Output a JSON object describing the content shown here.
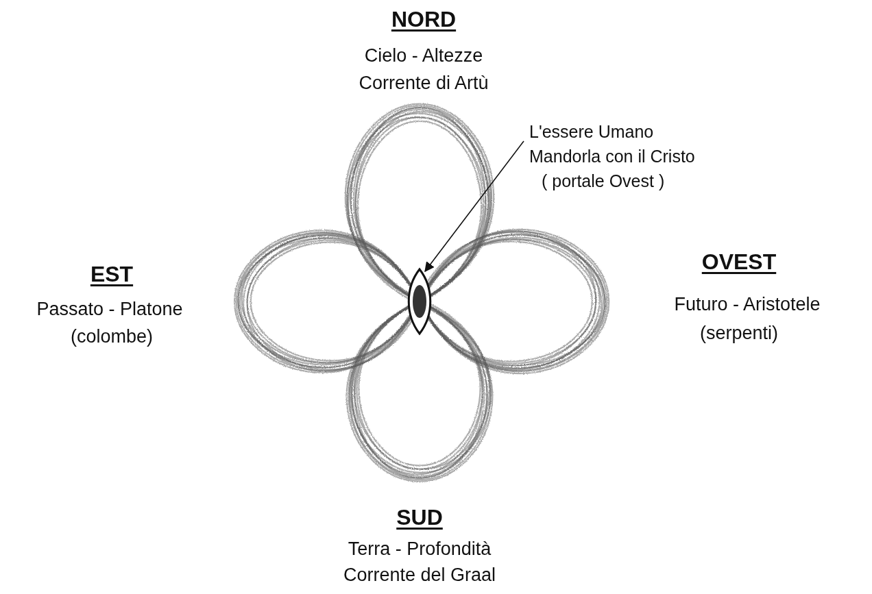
{
  "diagram": {
    "labels": [
      "NORD",
      "Cielo - Altezze",
      "Corrente di Artù",
      "L'essere Umano",
      "Mandorla con il Cristo",
      "( portale Ovest )",
      "EST",
      "Passato - Platone",
      "(colombe)",
      "OVEST",
      "Futuro - Aristotele",
      "(serpenti)",
      "SUD",
      "Terra - Profondità",
      "Corrente del Graal"
    ]
  }
}
